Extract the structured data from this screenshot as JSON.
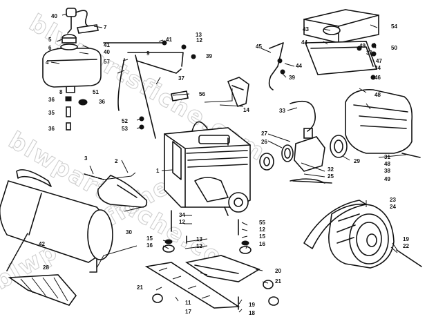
{
  "watermark_text": "blwpartsfiche.com",
  "callouts": {
    "c1": "1",
    "c2": "2",
    "c3": "3",
    "c4": "4",
    "c5": "5",
    "c6": "6",
    "c7": "7",
    "c8": "8",
    "c9": "9",
    "c11": "11",
    "c12": "12",
    "c13": "13",
    "c14": "14",
    "c15": "15",
    "c16": "16",
    "c17": "17",
    "c18": "18",
    "c19": "19",
    "c20": "20",
    "c21": "21",
    "c22": "22",
    "c23": "23",
    "c24": "24",
    "c25": "25",
    "c26": "26",
    "c27": "27",
    "c28": "28",
    "c29": "29",
    "c30": "30",
    "c31": "31",
    "c32": "32",
    "c33": "33",
    "c34": "34",
    "c35": "35",
    "c36": "36",
    "c37": "37",
    "c38": "38",
    "c39": "39",
    "c40": "40",
    "c41": "41",
    "c42": "42",
    "c43": "43",
    "c44": "44",
    "c45": "45",
    "c46": "46",
    "c47": "47",
    "c48": "48",
    "c49": "49",
    "c50": "50",
    "c51": "51",
    "c52": "52",
    "c53": "53",
    "c54": "54",
    "c55": "55",
    "c56": "56",
    "c57": "57"
  }
}
